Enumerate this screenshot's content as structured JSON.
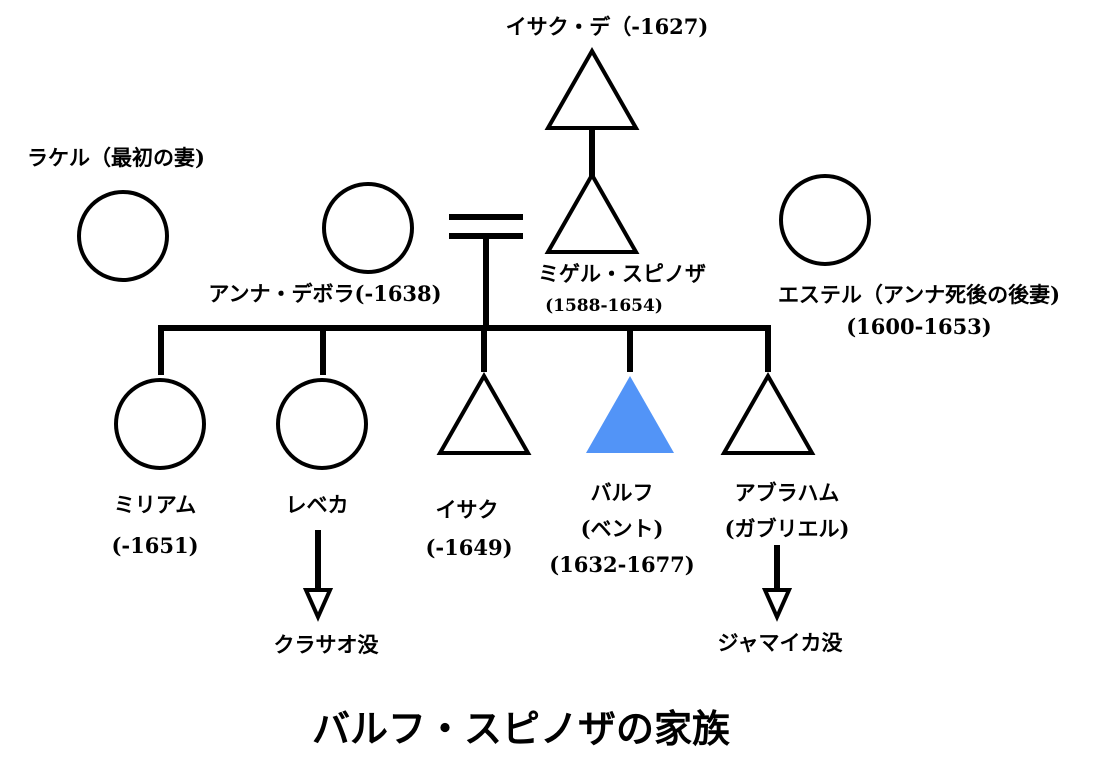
{
  "title": "バルフ・スピノザの家族",
  "colors": {
    "line": "#000000",
    "highlight": "#5294f7",
    "background": "#ffffff"
  },
  "legend": {
    "male": "triangle",
    "female": "circle"
  },
  "people": {
    "isaac_de": {
      "symbol": "triangle",
      "label": "イサク・デ（-1627)"
    },
    "rachel": {
      "symbol": "circle",
      "label": "ラケル（最初の妻)"
    },
    "anna_debora": {
      "symbol": "circle",
      "label": "アンナ・デボラ(-1638)"
    },
    "miguel": {
      "symbol": "triangle",
      "label": "ミゲル・スピノザ",
      "dates": "(1588-1654)"
    },
    "ester": {
      "symbol": "circle",
      "label": "エステル（アンナ死後の後妻)",
      "dates": "(1600-1653)"
    },
    "miriam": {
      "symbol": "circle",
      "label": "ミリアム",
      "dates": "(-1651)"
    },
    "rebecca": {
      "symbol": "circle",
      "label": "レベカ",
      "fate": "クラサオ没"
    },
    "isaac": {
      "symbol": "triangle",
      "label": "イサク",
      "dates": "(-1649)"
    },
    "baruch": {
      "symbol": "triangle",
      "label": "バルフ",
      "alias": "(ベント)",
      "dates": "(1632-1677)",
      "highlighted": true
    },
    "abraham": {
      "symbol": "triangle",
      "label": "アブラハム",
      "alias": "(ガブリエル)",
      "fate": "ジャマイカ没"
    }
  }
}
